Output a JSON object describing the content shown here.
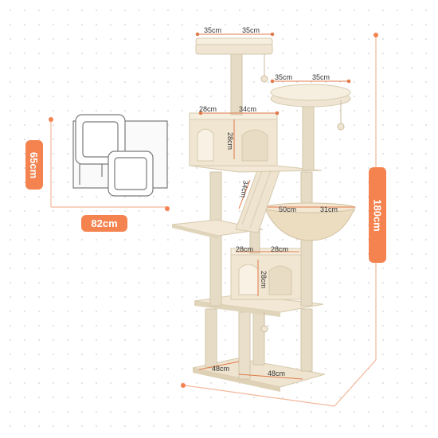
{
  "footprint": {
    "width_label": "82cm",
    "depth_label": "65cm"
  },
  "height_label": "180cm",
  "dimensions": {
    "top_perch_w1": "35cm",
    "top_perch_w2": "35cm",
    "mid_perch_w1": "35cm",
    "mid_perch_w2": "35cm",
    "upper_condo_depth": "28cm",
    "upper_condo_width": "34cm",
    "upper_condo_height": "28cm",
    "ramp_length": "34cm",
    "hammock_depth": "50cm",
    "hammock_width": "31cm",
    "lower_condo_depth": "28cm",
    "lower_condo_width": "28cm",
    "lower_condo_height": "28cm",
    "base_depth": "48cm",
    "base_width": "48cm"
  },
  "colors": {
    "accent": "#f4834f",
    "plush": "#f1e6d2",
    "sisal": "#e3d8c0",
    "shadow": "#d8ccb3"
  }
}
